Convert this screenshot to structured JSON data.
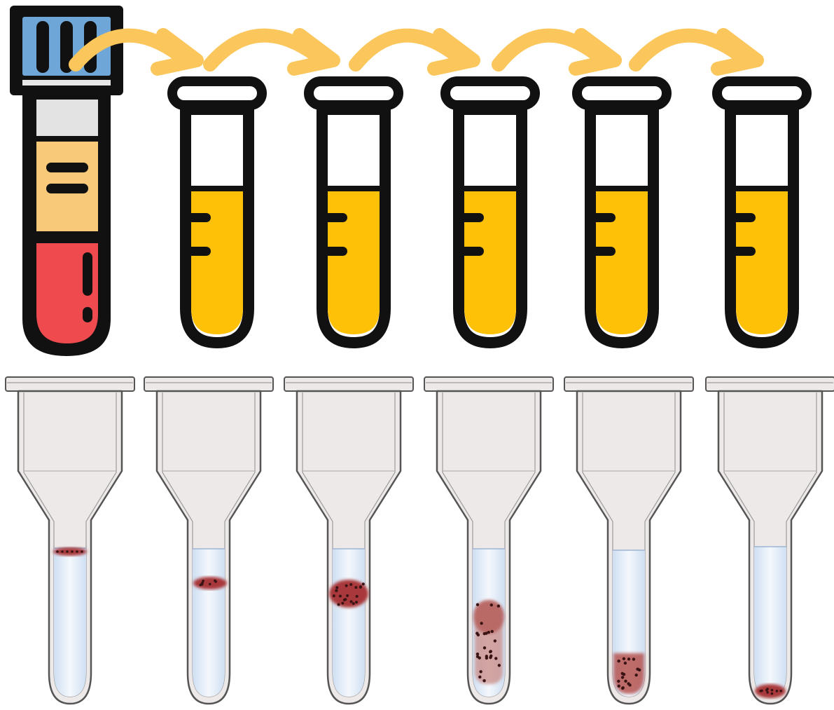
{
  "diagram": {
    "colors": {
      "outline": "#111111",
      "cap_blue": "#6ea6d8",
      "label_gray": "#e3e3e3",
      "plasma": "#f9c97a",
      "blood": "#ef4b4f",
      "serum": "#ffc107",
      "arrow": "#fbc75c",
      "microtube_fill": "#ede9e8",
      "microtube_stroke": "#555555",
      "liquid": "#dde9f7",
      "cells": "#a8393a",
      "cell_dots": "#3a1414"
    },
    "source_tube": {
      "icon": "blood-collection-tube-icon"
    },
    "transfer_arrows": 5,
    "serial_tubes": [
      {
        "icon": "test-tube-icon"
      },
      {
        "icon": "test-tube-icon"
      },
      {
        "icon": "test-tube-icon"
      },
      {
        "icon": "test-tube-icon"
      },
      {
        "icon": "test-tube-icon"
      }
    ],
    "microtubes": [
      {
        "icon": "microtube-icon",
        "pellet": "thin-band"
      },
      {
        "icon": "microtube-icon",
        "pellet": "band"
      },
      {
        "icon": "microtube-icon",
        "pellet": "clump"
      },
      {
        "icon": "microtube-icon",
        "pellet": "dispersed"
      },
      {
        "icon": "microtube-icon",
        "pellet": "loose-bottom"
      },
      {
        "icon": "microtube-icon",
        "pellet": "tight-bottom"
      }
    ]
  }
}
